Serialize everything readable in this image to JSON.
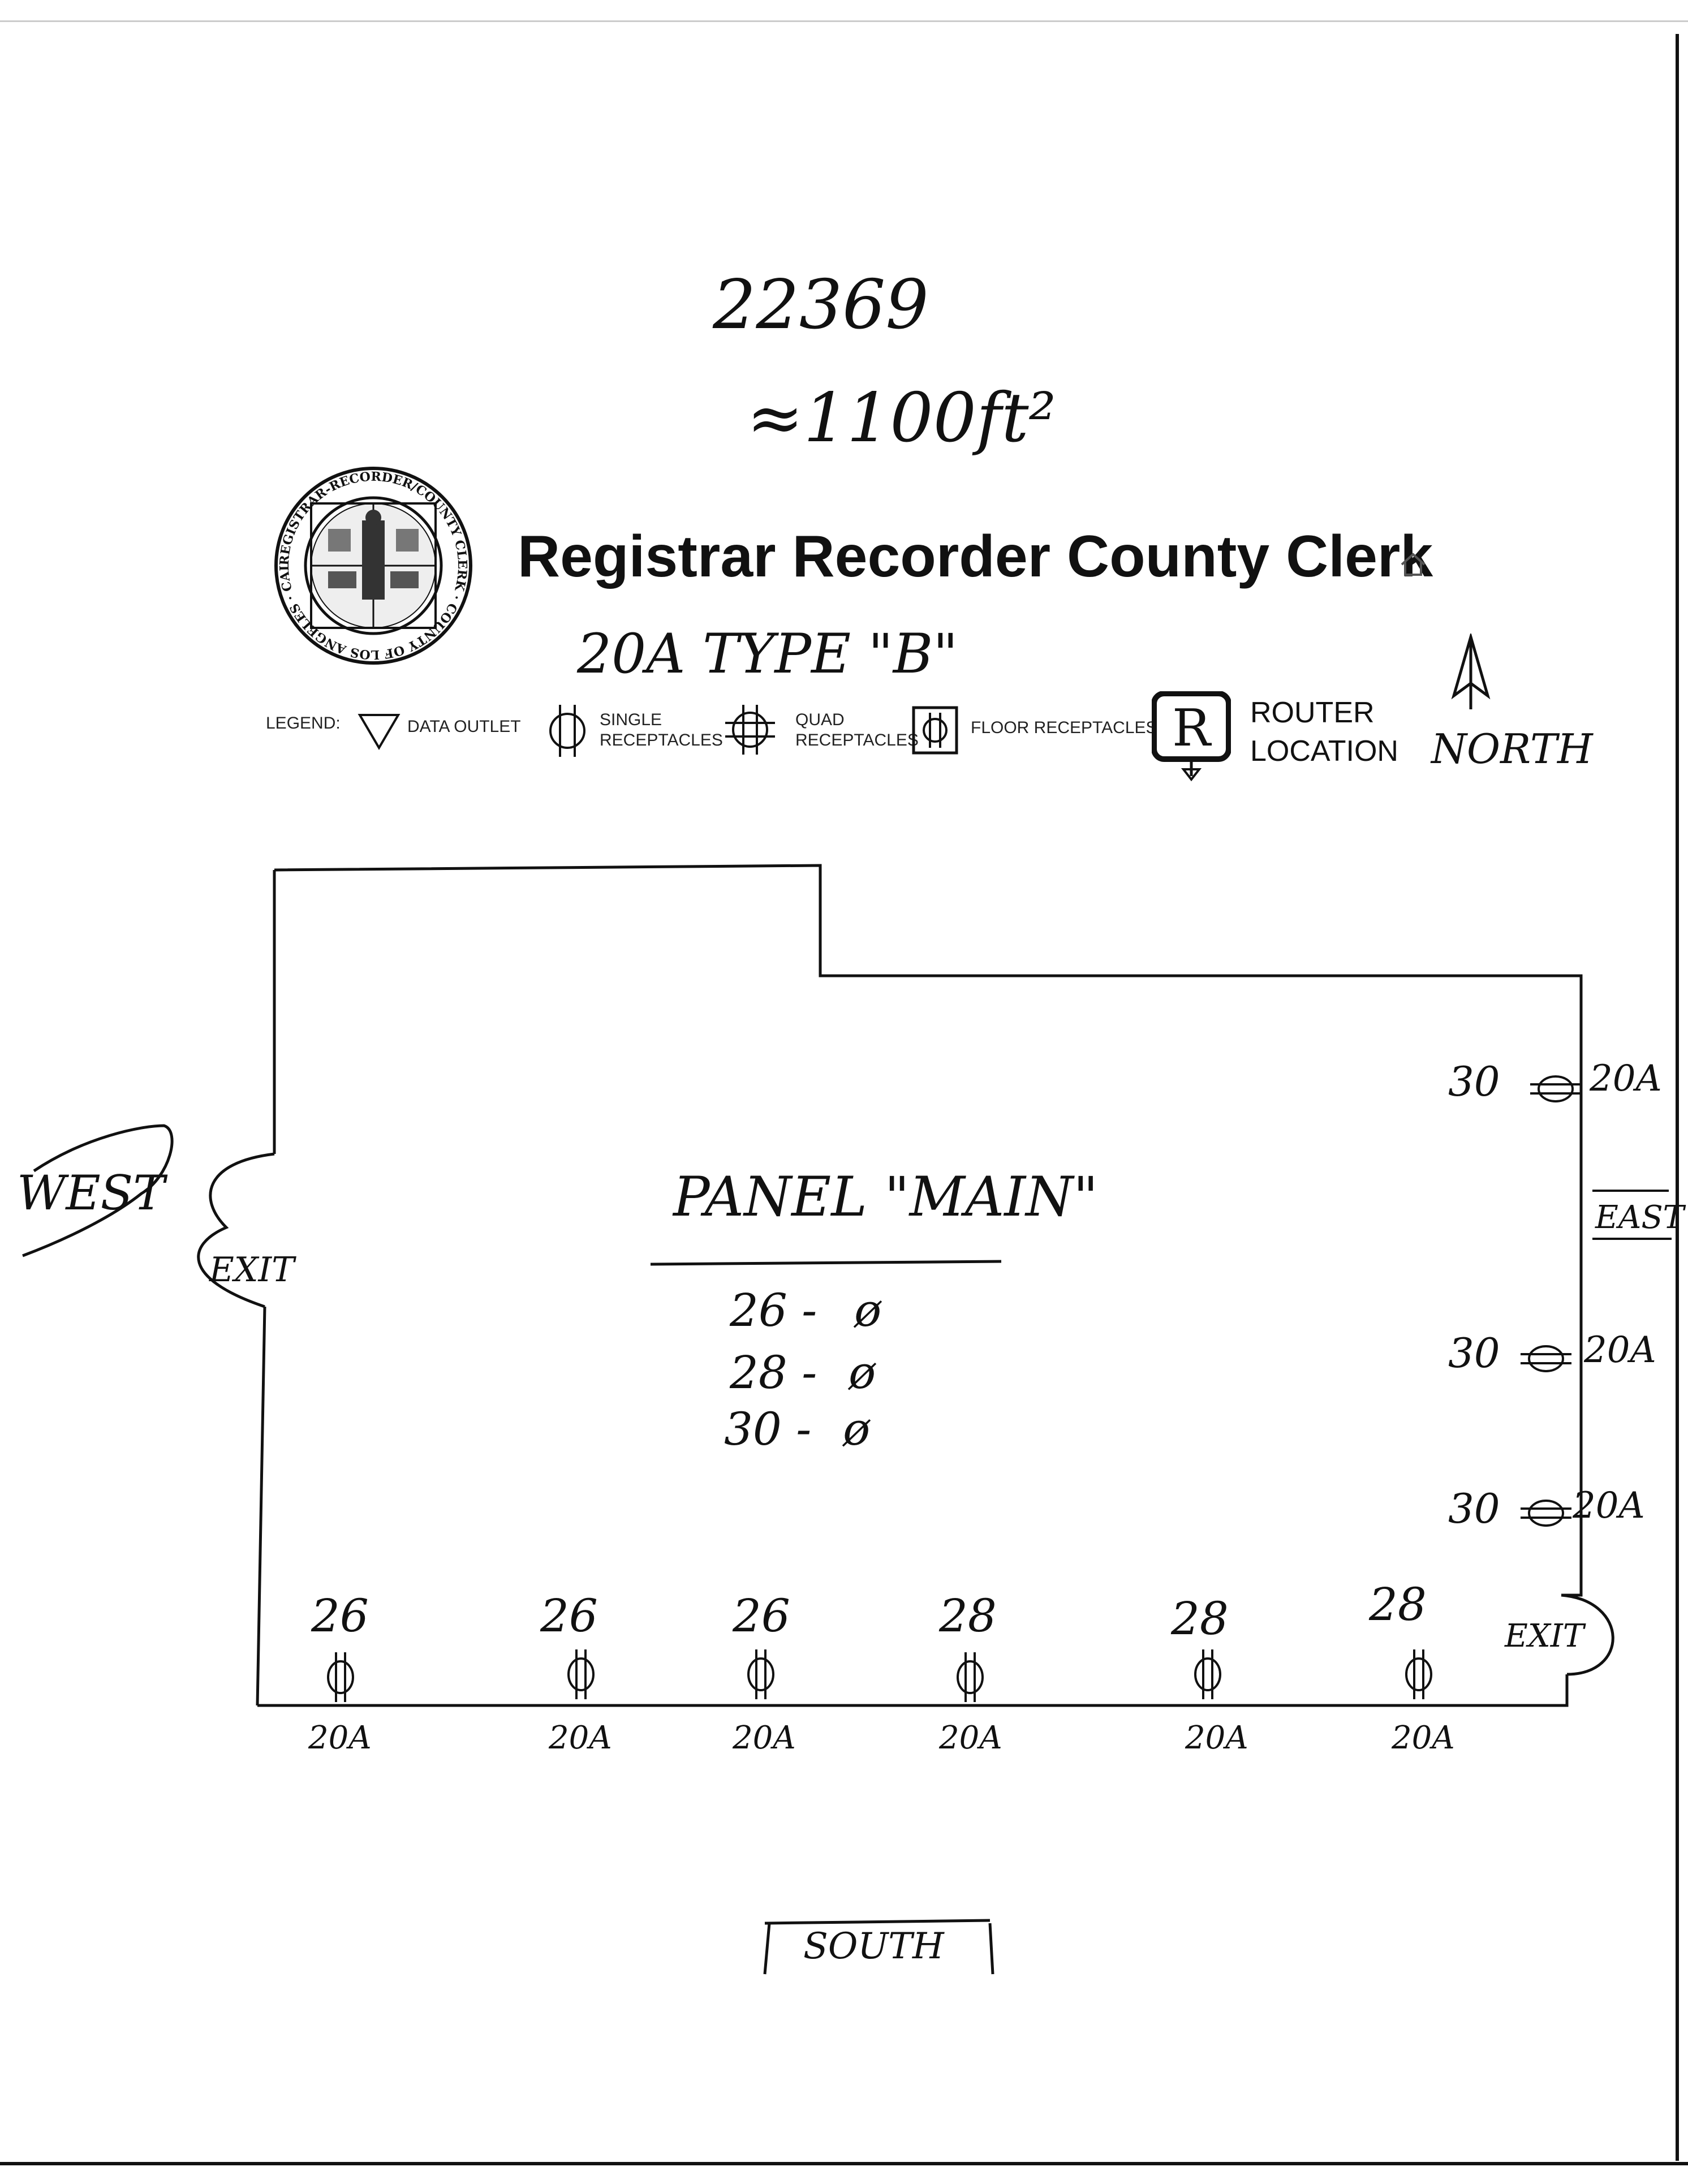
{
  "header": {
    "id_number": "22369",
    "area": "≈1100ft²",
    "title": "Registrar Recorder County Clerk",
    "subtitle_handwritten": "20A TYPE \"B\"",
    "seal_text": "REGISTRAR-RECORDER/COUNTY CLERK · COUNTY OF LOS ANGELES · CALIFORNIA"
  },
  "legend": {
    "label": "LEGEND:",
    "data_outlet": "DATA OUTLET",
    "single_receptacles": [
      "SINGLE",
      "RECEPTACLES"
    ],
    "quad_receptacles": [
      "QUAD",
      "RECEPTACLES"
    ],
    "floor_receptacles": "FLOOR RECEPTACLES",
    "router_symbol": "R",
    "router_location": [
      "ROUTER",
      "LOCATION"
    ],
    "north": "NORTH"
  },
  "directions": {
    "west": "WEST",
    "east": "EAST",
    "south": "SOUTH"
  },
  "exits": {
    "west_exit": "EXIT",
    "east_exit": "EXIT"
  },
  "panel": {
    "title": "PANEL \"MAIN\"",
    "circuits": [
      {
        "number": "26 -",
        "symbol": "ø"
      },
      {
        "number": "28 -",
        "symbol": "ø"
      },
      {
        "number": "30 -",
        "symbol": "ø"
      }
    ]
  },
  "east_wall": [
    {
      "circuit": "30",
      "amps": "20A"
    },
    {
      "circuit": "30",
      "amps": "20A"
    },
    {
      "circuit": "30",
      "amps": "20A"
    }
  ],
  "south_wall": [
    {
      "circuit": "26",
      "amps": "20A"
    },
    {
      "circuit": "26",
      "amps": "20A"
    },
    {
      "circuit": "26",
      "amps": "20A"
    },
    {
      "circuit": "28",
      "amps": "20A"
    },
    {
      "circuit": "28",
      "amps": "20A"
    },
    {
      "circuit": "28",
      "amps": "20A"
    }
  ]
}
